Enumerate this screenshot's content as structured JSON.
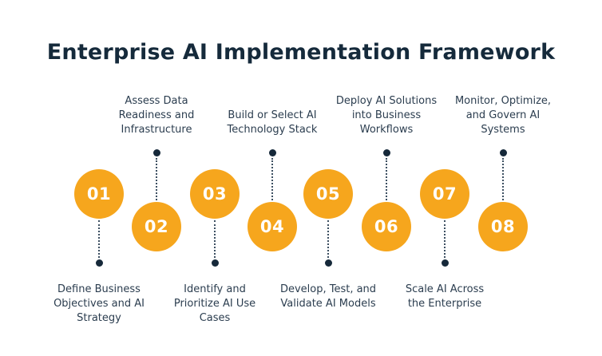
{
  "title": "Enterprise AI Implementation Framework",
  "colors": {
    "bg": "#ffffff",
    "circle": "#F6A61D",
    "number": "#ffffff",
    "title": "#152A3B",
    "label": "#2B3D4F",
    "dot": "#16293A",
    "line": "#3C4F61"
  },
  "steps": [
    {
      "number": "01",
      "position": "high",
      "label_lines": [
        "Define Business",
        "Objectives and AI",
        "Strategy"
      ]
    },
    {
      "number": "02",
      "position": "low",
      "label_lines": [
        "Assess Data",
        "Readiness and",
        "Infrastructure"
      ]
    },
    {
      "number": "03",
      "position": "high",
      "label_lines": [
        "Identify and",
        "Prioritize AI Use",
        "Cases"
      ]
    },
    {
      "number": "04",
      "position": "low",
      "label_lines": [
        "Build or Select AI",
        "Technology Stack"
      ]
    },
    {
      "number": "05",
      "position": "high",
      "label_lines": [
        "Develop, Test, and",
        "Validate AI Models"
      ]
    },
    {
      "number": "06",
      "position": "low",
      "label_lines": [
        "Deploy AI Solutions",
        "into Business",
        "Workflows"
      ]
    },
    {
      "number": "07",
      "position": "high",
      "label_lines": [
        "Scale AI Across",
        "the Enterprise"
      ]
    },
    {
      "number": "08",
      "position": "low",
      "label_lines": [
        "Monitor, Optimize,",
        "and Govern AI",
        "Systems"
      ]
    }
  ]
}
